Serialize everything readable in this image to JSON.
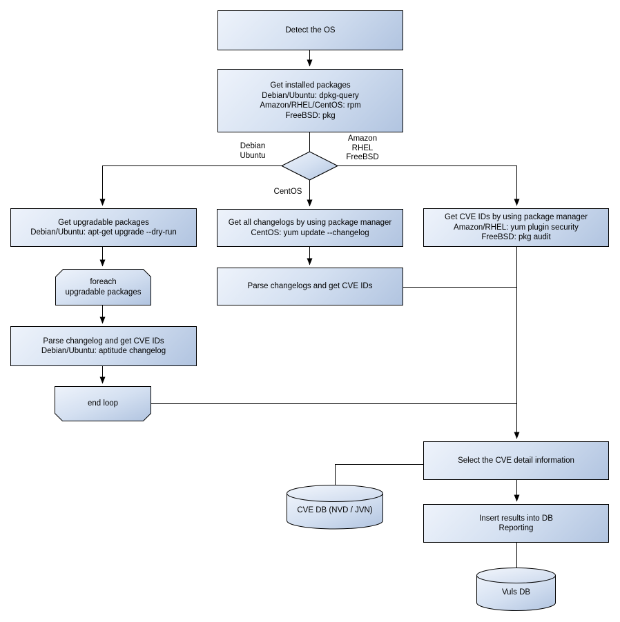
{
  "diagram": {
    "nodes": {
      "detect_os": {
        "label": "Detect the OS"
      },
      "get_installed": {
        "label": "Get installed packages\nDebian/Ubuntu: dpkg-query\nAmazon/RHEL/CentOS: rpm\nFreeBSD: pkg"
      },
      "get_upgradable": {
        "label": "Get upgradable packages\nDebian/Ubuntu: apt-get upgrade --dry-run"
      },
      "foreach_loop": {
        "label": "foreach\nupgradable packages"
      },
      "parse_changelog_deb": {
        "label": "Parse changelog and get CVE IDs\nDebian/Ubuntu: aptitude changelog"
      },
      "end_loop": {
        "label": "end loop"
      },
      "get_all_changelogs": {
        "label": "Get all changelogs by using package manager\nCentOS: yum update --changelog"
      },
      "parse_changelogs_mid": {
        "label": "Parse changelogs and get CVE IDs"
      },
      "get_cve_ids_pkg": {
        "label": "Get CVE IDs by using package manager\nAmazon/RHEL: yum plugin security\nFreeBSD: pkg audit"
      },
      "select_cve_detail": {
        "label": "Select the CVE detail information"
      },
      "cve_db": {
        "label": "CVE DB (NVD / JVN)"
      },
      "insert_results": {
        "label": "Insert results into DB\nReporting"
      },
      "vuls_db": {
        "label": "Vuls DB"
      }
    },
    "edge_labels": {
      "left_branch": "Debian\nUbuntu",
      "right_branch": "Amazon\nRHEL\nFreeBSD",
      "down_branch": "CentOS"
    },
    "colors": {
      "node_fill_light": "#eef3fb",
      "node_fill_dark": "#b1c4e0",
      "node_border": "#000000",
      "background": "#ffffff",
      "text": "#000000"
    }
  }
}
